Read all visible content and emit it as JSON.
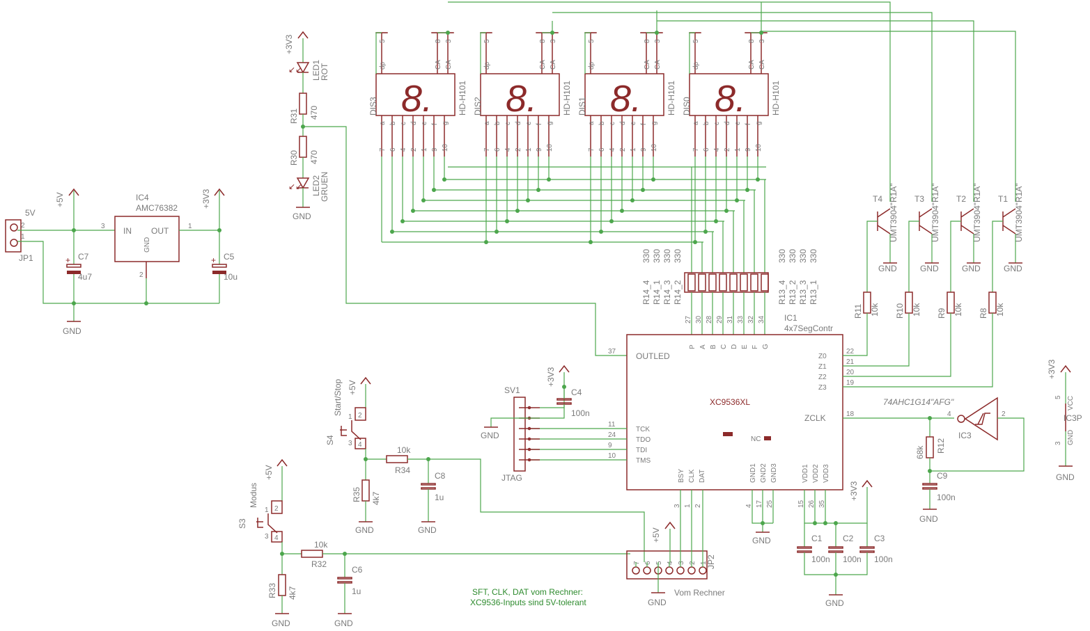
{
  "jp1": {
    "name": "JP1",
    "value": "5V",
    "pins": [
      "2",
      "1"
    ]
  },
  "supply": {
    "v5": "+5V",
    "v3": "+3V3",
    "gnd": "GND"
  },
  "ic4": {
    "name": "IC4",
    "part": "AMC76382",
    "in": "IN",
    "out": "OUT",
    "gnd": "GND",
    "p_in": "3",
    "p_out": "1",
    "p_gnd": "2"
  },
  "c7": {
    "name": "C7",
    "value": "4u7"
  },
  "c5": {
    "name": "C5",
    "value": "10u"
  },
  "led1": {
    "name": "LED1",
    "color": "ROT"
  },
  "led2": {
    "name": "LED2",
    "color": "GRUEN"
  },
  "r31": {
    "name": "R31",
    "value": "470"
  },
  "r30": {
    "name": "R30",
    "value": "470"
  },
  "displays": [
    {
      "name": "DIS3",
      "part": "HD-H101"
    },
    {
      "name": "DIS2",
      "part": "HD-H101"
    },
    {
      "name": "DIS1",
      "part": "HD-H101"
    },
    {
      "name": "DIS0",
      "part": "HD-H101"
    }
  ],
  "disp_top_pins": [
    "5",
    "8",
    "3"
  ],
  "disp_top_labels": [
    "dp",
    "CA",
    "CA"
  ],
  "disp_bot_labels": [
    "a",
    "b",
    "c",
    "d",
    "e",
    "f",
    "g"
  ],
  "disp_bot_pins": [
    "7",
    "6",
    "4",
    "2",
    "1",
    "9",
    "10"
  ],
  "seg_glyph": "8.",
  "resnet": {
    "left_names": [
      "R14_4",
      "R14_1",
      "R14_3",
      "R14_2"
    ],
    "right_names": [
      "R13_4",
      "R13_2",
      "R13_3",
      "R13_1"
    ],
    "value": "330"
  },
  "ic1": {
    "name": "IC1",
    "part": "4x7SegContr",
    "chip": "XC9536XL",
    "top_pins": [
      "27",
      "30",
      "28",
      "29",
      "31",
      "33",
      "32",
      "34"
    ],
    "top_labels": [
      "P",
      "A",
      "B",
      "C",
      "D",
      "E",
      "F",
      "G"
    ],
    "outled": "OUTLED",
    "outled_pin": "37",
    "right_labels": [
      "Z0",
      "Z1",
      "Z2",
      "Z3"
    ],
    "right_pins": [
      "22",
      "21",
      "20",
      "19"
    ],
    "zclk": "ZCLK",
    "zclk_pin": "18",
    "jtag_labels": [
      "TCK",
      "TDO",
      "TDI",
      "TMS"
    ],
    "jtag_pins": [
      "11",
      "24",
      "9",
      "10"
    ],
    "bot_a_labels": [
      "BSY",
      "CLK",
      "DAT"
    ],
    "bot_a_pins": [
      "3",
      "1",
      "2"
    ],
    "bot_g_labels": [
      "GND1",
      "GND2",
      "GND3"
    ],
    "bot_g_pins": [
      "4",
      "17",
      "25"
    ],
    "bot_v_labels": [
      "VDD1",
      "VDD2",
      "VDD3"
    ],
    "bot_v_pins": [
      "15",
      "26",
      "35"
    ],
    "nc": "NC"
  },
  "transistors": [
    {
      "name": "T4",
      "part": "UMT3904\"R1A\""
    },
    {
      "name": "T3",
      "part": "UMT3904\"R1A\""
    },
    {
      "name": "T2",
      "part": "UMT3904\"R1A\""
    },
    {
      "name": "T1",
      "part": "UMT3904\"R1A\""
    }
  ],
  "base_res": [
    {
      "name": "R11",
      "value": "10k"
    },
    {
      "name": "R10",
      "value": "10k"
    },
    {
      "name": "R9",
      "value": "10k"
    },
    {
      "name": "R8",
      "value": "10k"
    }
  ],
  "sv1": {
    "name": "SV1",
    "label": "JTAG"
  },
  "c4": {
    "name": "C4",
    "value": "100n"
  },
  "ic3": {
    "name": "IC3",
    "part": "74AHC1G14\"AFG\"",
    "p_in": "4",
    "p_out": "2"
  },
  "ic3p": {
    "name": "IC3P",
    "vcc": "VCC",
    "gnd": "GND",
    "p_vcc": "5",
    "p_gnd": "3"
  },
  "r12": {
    "name": "R12",
    "value": "68k"
  },
  "c9": {
    "name": "C9",
    "value": "100n"
  },
  "s4": {
    "name": "S4",
    "label": "Start/Stop"
  },
  "s3": {
    "name": "S3",
    "label": "Modus"
  },
  "r34": {
    "name": "R34",
    "value": "10k"
  },
  "r35": {
    "name": "R35",
    "value": "4k7"
  },
  "c8": {
    "name": "C8",
    "value": "1u"
  },
  "r32": {
    "name": "R32",
    "value": "10k"
  },
  "r33": {
    "name": "R33",
    "value": "4k7"
  },
  "c6": {
    "name": "C6",
    "value": "1u"
  },
  "jp2": {
    "name": "JP2",
    "label": "Vom Rechner",
    "pins": [
      "7",
      "6",
      "5",
      "4",
      "3",
      "2",
      "1"
    ]
  },
  "c1": {
    "name": "C1",
    "value": "100n"
  },
  "c2": {
    "name": "C2",
    "value": "100n"
  },
  "c3": {
    "name": "C3",
    "value": "100n"
  },
  "note": {
    "line1": "SFT, CLK, DAT vom Rechner:",
    "line2": "XC9536-Inputs sind 5V-tolerant"
  },
  "colors": {
    "wire": "#4ca64c",
    "part": "#8c2a2a",
    "text": "#7a7a7a",
    "note": "#2e8b2e"
  }
}
